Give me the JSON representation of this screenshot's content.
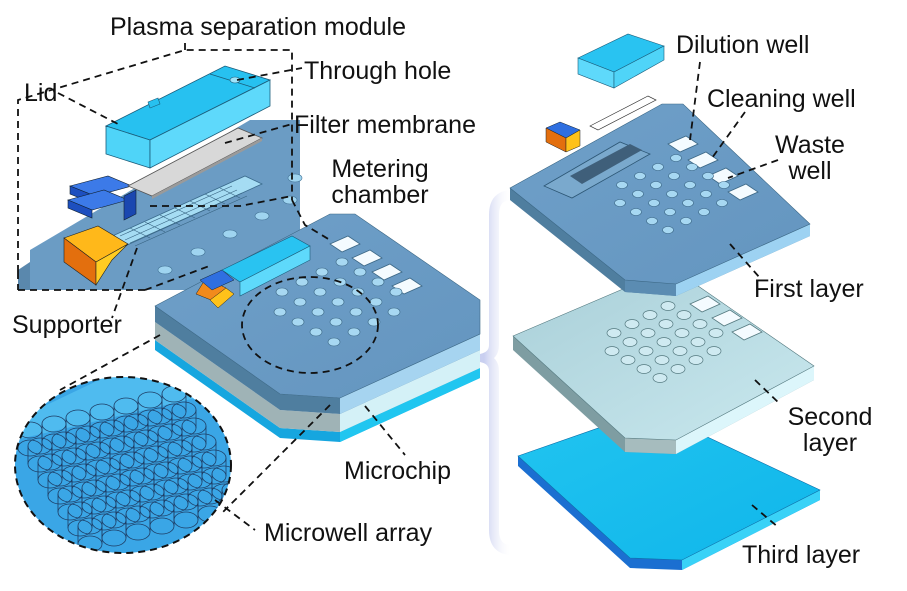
{
  "figure": {
    "title": "Exploded schematic of microchip with plasma separation module",
    "left_panel": {
      "module_title": "Plasma separation module",
      "labels": {
        "lid": "Lid",
        "through_hole": "Through hole",
        "filter_membrane": "Filter membrane",
        "metering_chamber_line1": "Metering",
        "metering_chamber_line2": "chamber",
        "supporter": "Supporter",
        "microchip": "Microchip",
        "microwell_array": "Microwell array"
      }
    },
    "right_panel": {
      "labels": {
        "dilution_well": "Dilution well",
        "cleaning_well": "Cleaning well",
        "waste_well_line1": "Waste",
        "waste_well_line2": "well",
        "first_layer": "First layer",
        "second_layer_line1": "Second",
        "second_layer_line2": "layer",
        "third_layer": "Third layer"
      }
    },
    "colors": {
      "first_layer": "#6b9cc4",
      "second_layer": "#b9dde4",
      "third_layer": "#1ec0ee",
      "lid": "#29c3f1",
      "supporter_orange": "#f28a1c",
      "supporter_yellow": "#ffc21a",
      "clamp_blue": "#1e5fd6",
      "membrane": "#d6d6d6",
      "brace": "#d9ddf2"
    }
  }
}
